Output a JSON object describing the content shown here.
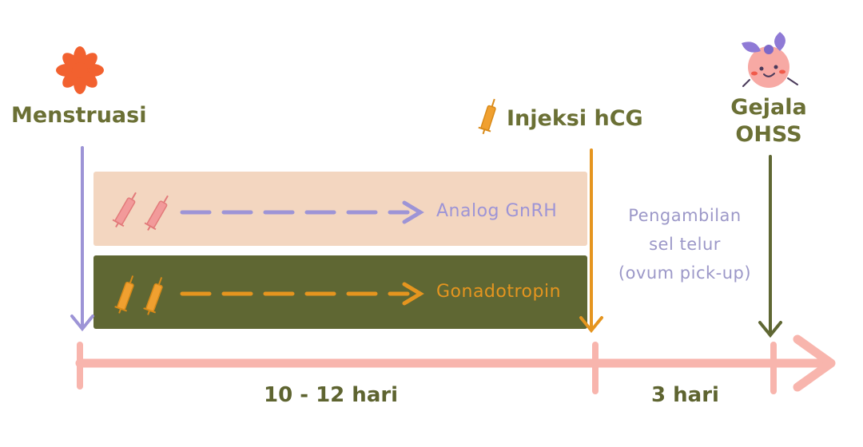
{
  "labels": {
    "menstruasi": "Menstruasi",
    "injeksi_hcg": "Injeksi hCG",
    "gejala_line1": "Gejala",
    "gejala_line2": "OHSS"
  },
  "bars": {
    "analog": "Analog GnRH",
    "gonadotropin": "Gonadotropin"
  },
  "pickup": {
    "line1": "Pengambilan",
    "line2": "sel telur",
    "line3": "(ovum pick-up)"
  },
  "durations": {
    "first": "10 - 12 hari",
    "second": "3 hari"
  },
  "colors": {
    "olive": "#6b7035",
    "olive_bar": "#5f6733",
    "peach": "#f3d6c0",
    "lavender": "#9d94d6",
    "orange": "#e5951f",
    "pink_axis": "#f8b5ad",
    "flower": "#f2612f"
  },
  "icons": [
    "flower-icon",
    "syringe-icon",
    "face-with-bow-icon"
  ]
}
